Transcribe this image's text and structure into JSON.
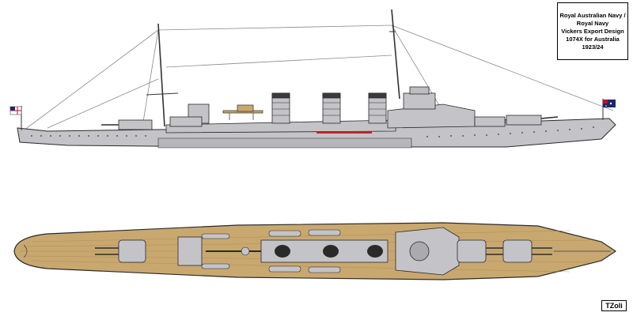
{
  "title_block": {
    "lines": [
      "Royal Australian Navy /",
      "Royal Navy",
      "Vickers Export Design",
      "1074X for Australia",
      "1923/24"
    ]
  },
  "signature": "TZoli",
  "colors": {
    "hull_grey": "#c4c4c8",
    "outline": "#2a2a2a",
    "deck_wood": "#c9a870",
    "funnel_dark": "#3a3a3a",
    "boot_topping_red": "#c0202a",
    "rigging": "#888888",
    "ensign_blue": "#1a2a6a",
    "ensign_red": "#c01020"
  },
  "flags": {
    "stern_flag": "white-ensign-icon",
    "bow_flag": "australian-jack-icon"
  }
}
